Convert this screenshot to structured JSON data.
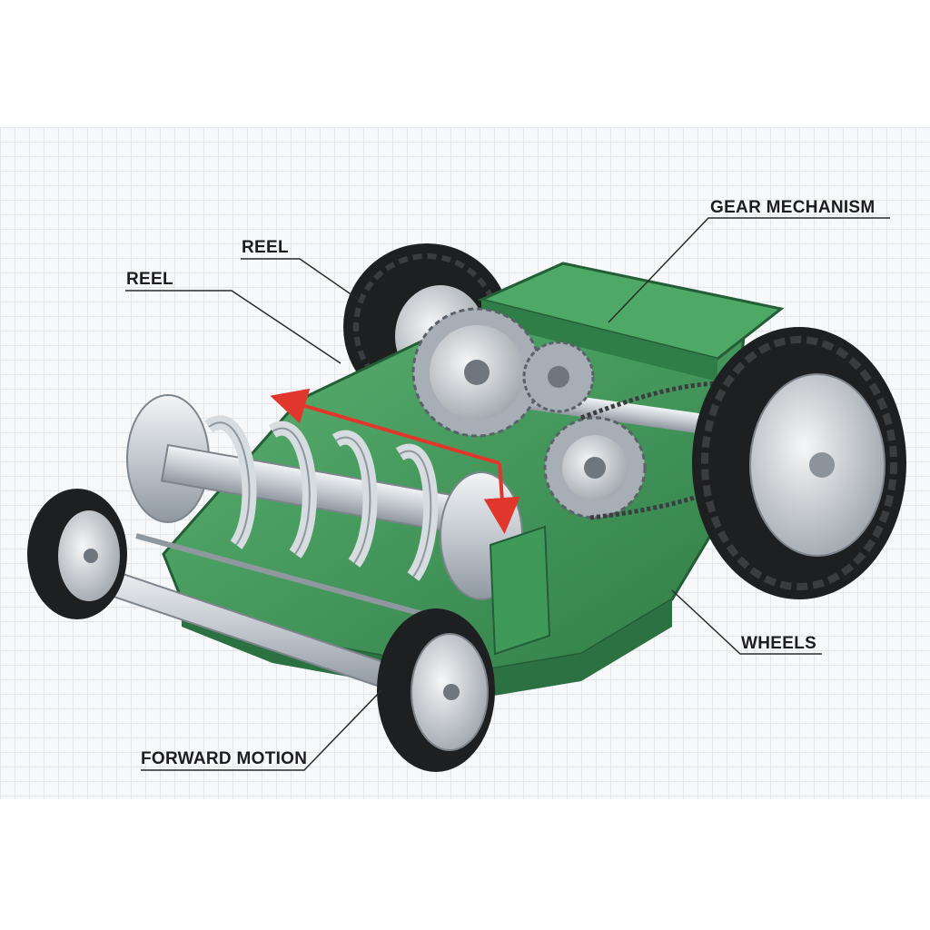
{
  "labels": {
    "gear_mechanism": "GEAR MECHANISM",
    "reel_upper": "REEL",
    "reel_lower": "REEL",
    "wheels": "WHEELS",
    "forward_motion": "FORWARD MOTION"
  },
  "colors": {
    "deck_green": "#3f9a5a",
    "deck_dark": "#2b7142",
    "steel": "#c9ced3",
    "tire": "#1e1f21",
    "arrow_red": "#e0362c",
    "leader": "#2a2a2a"
  },
  "icons": [
    "reel-blade-icon",
    "gear-icon",
    "chain-icon",
    "wheel-icon",
    "arrow-icon"
  ]
}
